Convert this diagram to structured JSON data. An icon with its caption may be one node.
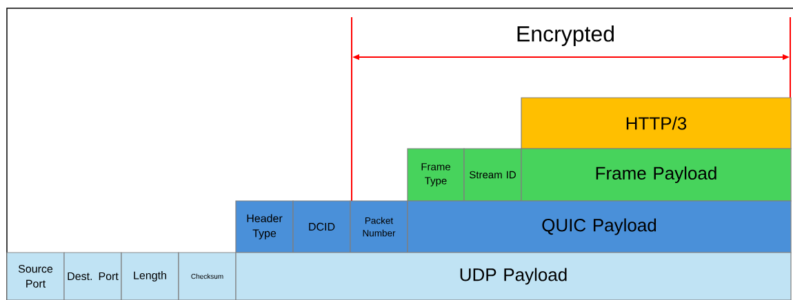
{
  "diagram": {
    "nodes": [
      {
        "text": [
          "HTTP/3"
        ]
      },
      {
        "text": [
          "Frame Type"
        ]
      },
      {
        "text": [
          "Stream ID"
        ]
      },
      {
        "text": [
          "Frame Payload"
        ]
      },
      {
        "text": [
          "Header Type"
        ]
      },
      {
        "text": [
          "DCID"
        ]
      },
      {
        "text": [
          "Packet Number"
        ]
      },
      {
        "text": [
          "QUIC Payload"
        ]
      },
      {
        "text": [
          "Source Port"
        ]
      },
      {
        "text": [
          "Dest. Port"
        ]
      },
      {
        "text": [
          "Length"
        ]
      },
      {
        "text": [
          "Checksum"
        ]
      },
      {
        "text": [
          "UDP Payload"
        ]
      }
    ],
    "labels": [
      "Encrypted"
    ]
  }
}
